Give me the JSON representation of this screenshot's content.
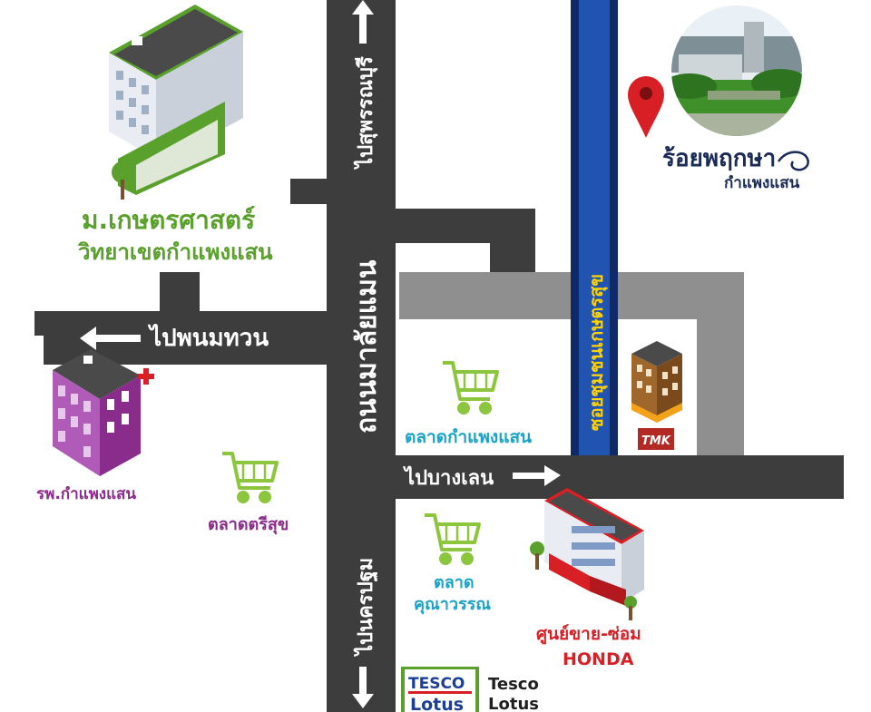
{
  "map": {
    "roads": {
      "top_north": "ไปสุพรรณบุรี",
      "main_road": "ถนนมาลัยแมน",
      "bottom_south": "ไปนครปฐม",
      "west": "ไปพนมทวน",
      "east": "ไปบางเลน",
      "soi": "ซอยชุมชนเกษตรสุข"
    },
    "places": {
      "university_line1": "ม.เกษตรศาสตร์",
      "university_line2": "วิทยาเขตกำแพงแสน",
      "hospital": "รพ.กำแพงแสน",
      "market_trisuk": "ตลาดตรีสุข",
      "market_kamphaengsaen": "ตลาดกำแพงแสน",
      "market_khunawan_line1": "ตลาด",
      "market_khunawan_line2": "คุณาวรรณ",
      "honda_line1": "ศูนย์ขาย-ซ่อม",
      "honda_line2": "HONDA",
      "tesco_logo_top": "TESCO",
      "tesco_logo_bottom": "Lotus",
      "tesco_text_line1": "Tesco",
      "tesco_text_line2": "Lotus",
      "tmk_logo": "TMK",
      "destination_line1": "ร้อยพฤกษา",
      "destination_line2": "กำแพงแสน"
    },
    "icons": {
      "cart": "shopping-cart-icon",
      "pin": "location-pin-icon",
      "arrow": "arrow-icon",
      "building": "building-icon",
      "tree": "tree-icon"
    },
    "colors": {
      "road": "#3d3d3d",
      "road_light": "#8f8f8f",
      "soi_blue": "#1e4fa3",
      "university_green": "#5aa02c",
      "hospital_purple": "#8a2c8c",
      "market_green": "#8cc63e",
      "market_cyan": "#1aa3c7",
      "honda_red": "#d81f26",
      "pin_red": "#d81f26",
      "destination_navy": "#1b2b57"
    }
  }
}
